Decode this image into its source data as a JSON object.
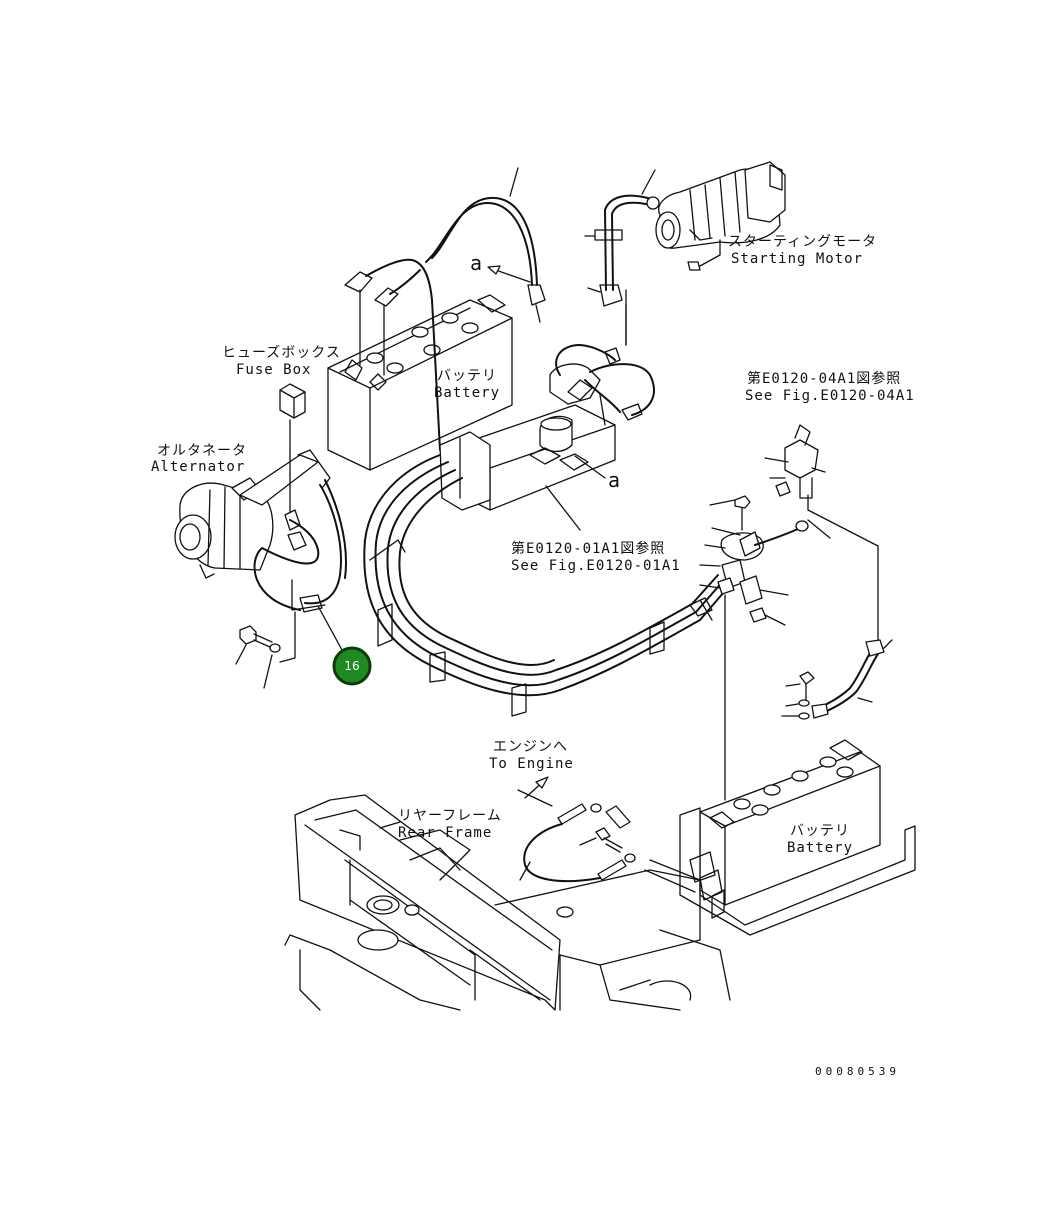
{
  "labels": {
    "fuse_box_jp": "ヒューズボックス",
    "fuse_box_en": "Fuse Box",
    "alternator_jp": "オルタネータ",
    "alternator_en": "Alternator",
    "battery_top_jp": "バッテリ",
    "battery_top_en": "Battery",
    "starting_motor_jp": "スターティングモータ",
    "starting_motor_en": "Starting Motor",
    "ref_04a1_jp": "第E0120-04A1図参照",
    "ref_04a1_en": "See Fig.E0120-04A1",
    "ref_01a1_jp": "第E0120-01A1図参照",
    "ref_01a1_en": "See Fig.E0120-01A1",
    "to_engine_jp": "エンジンへ",
    "to_engine_en": "To Engine",
    "rear_frame_jp": "リヤーフレーム",
    "rear_frame_en": "Rear Frame",
    "battery_bottom_jp": "バッテリ",
    "battery_bottom_en": "Battery",
    "marker_a_top": "a",
    "marker_a_mid": "a"
  },
  "callout": {
    "number": "16",
    "color": "#1f8a1f"
  },
  "document_number": "00080539"
}
